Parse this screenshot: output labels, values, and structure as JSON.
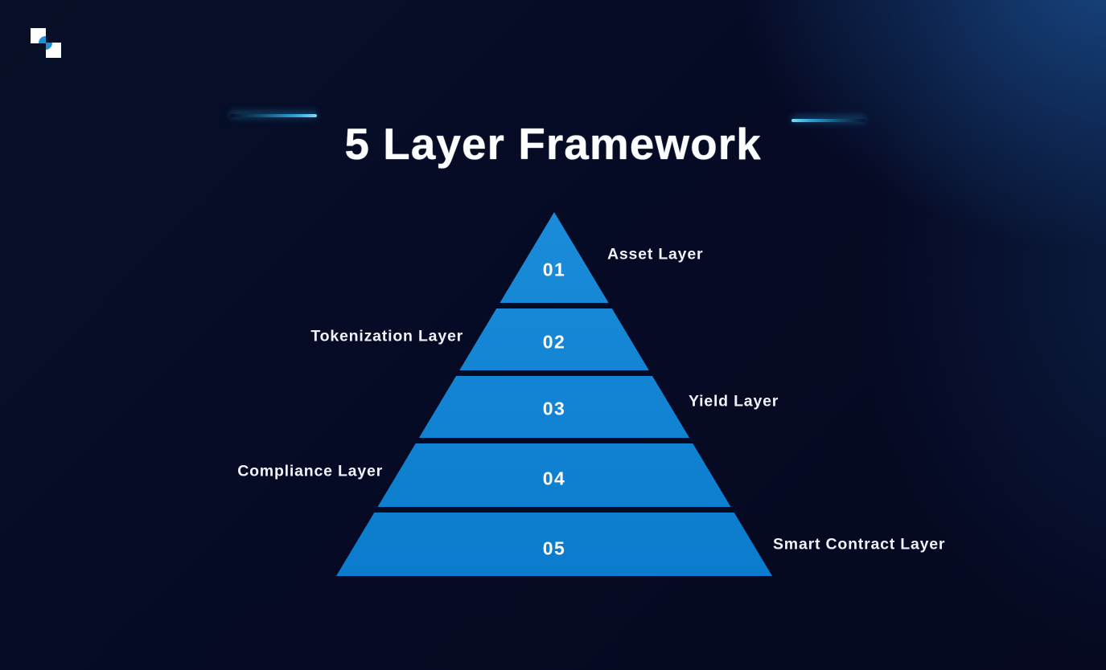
{
  "page": {
    "title": "5 Layer Framework"
  },
  "brand": {
    "logo_name": "two-squares-circle-logo"
  },
  "pyramid": {
    "layers": [
      {
        "number": "01",
        "label": "Asset Layer",
        "side": "right"
      },
      {
        "number": "02",
        "label": "Tokenization Layer",
        "side": "left"
      },
      {
        "number": "03",
        "label": "Yield Layer",
        "side": "right"
      },
      {
        "number": "04",
        "label": "Compliance Layer",
        "side": "left"
      },
      {
        "number": "05",
        "label": "Smart Contract Layer",
        "side": "right"
      }
    ]
  },
  "colors": {
    "background_dark": "#060a24",
    "background_glow": "#123e77",
    "pyramid_blue_top": "#1a8cd9",
    "pyramid_blue_bottom": "#0b7ccd",
    "logo_blue": "#1e90d6",
    "streak_bright_blue": "#7adcf8",
    "title_text": "#fcfdff",
    "label_text": "#eef1f6"
  }
}
